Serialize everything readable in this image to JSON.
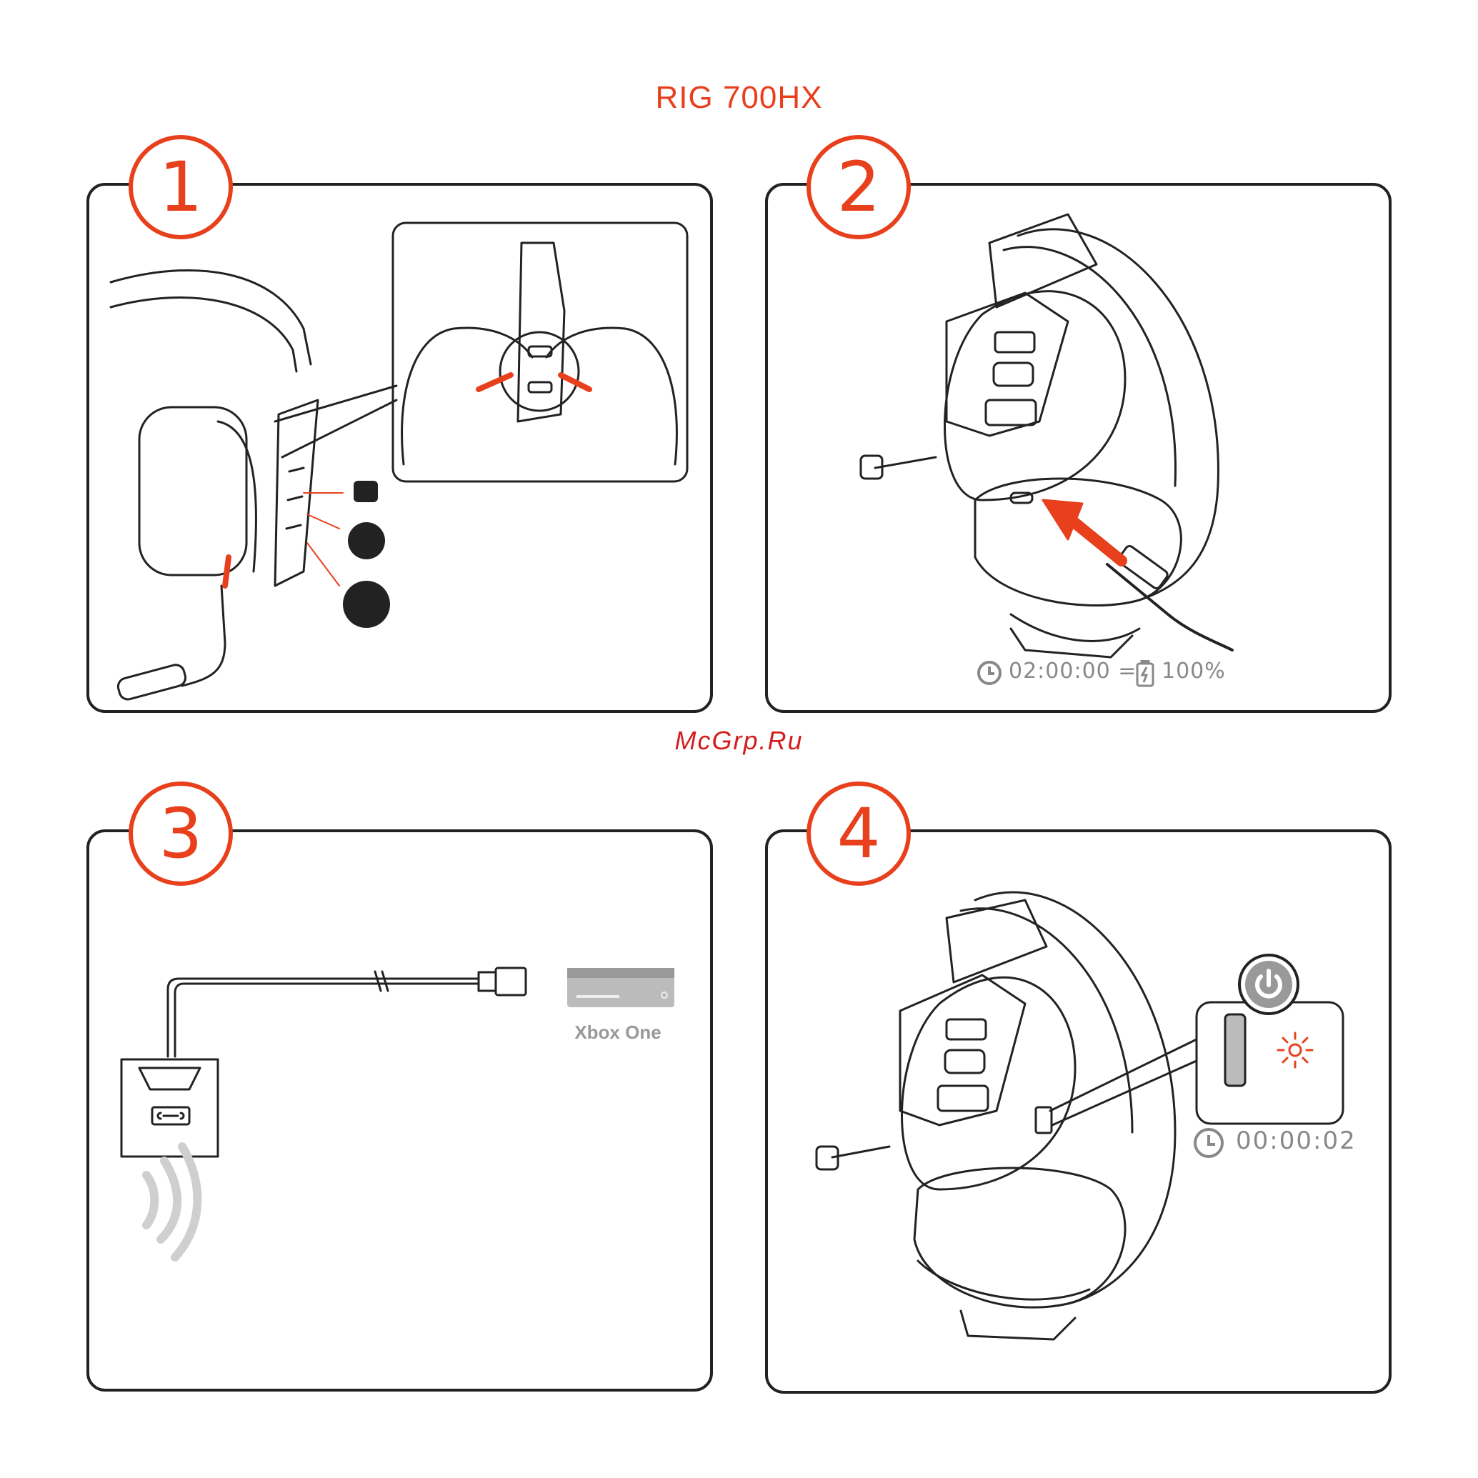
{
  "header": {
    "title": "RIG 700HX"
  },
  "watermark": {
    "text": "McGrp.Ru"
  },
  "steps": [
    {
      "number": "1"
    },
    {
      "number": "2"
    },
    {
      "number": "3"
    },
    {
      "number": "4"
    }
  ],
  "step2": {
    "charge_time": "02:00:00",
    "equals": "=",
    "battery_level": "100%"
  },
  "step3": {
    "console_label": "Xbox One"
  },
  "step4": {
    "hold_time": "00:00:02"
  },
  "colors": {
    "accent": "#e8401c",
    "line": "#222222",
    "muted": "#888888"
  },
  "icons": [
    "clock-icon",
    "battery-charging-icon",
    "usb-icon",
    "power-icon",
    "led-blink-icon",
    "link-icon",
    "wireless-signal-icon"
  ]
}
